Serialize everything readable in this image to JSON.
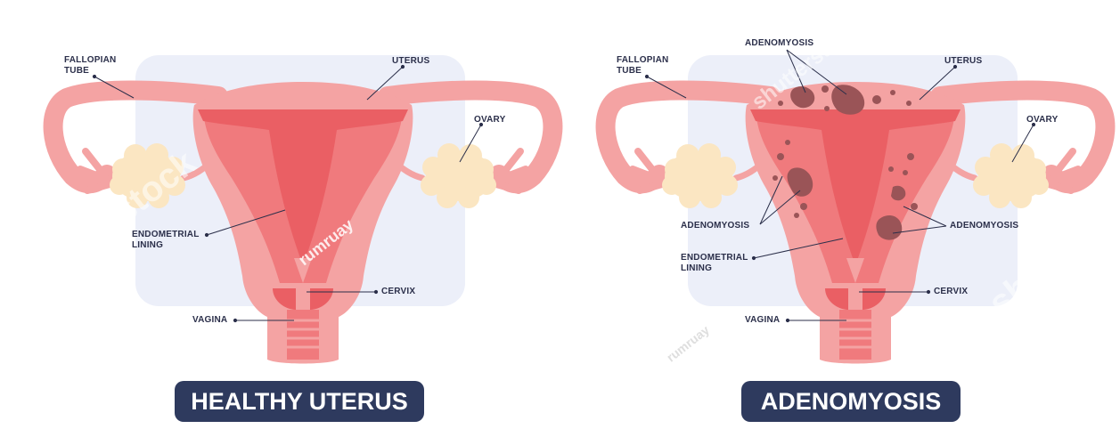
{
  "healthy": {
    "title": "HEALTHY UTERUS",
    "labels": {
      "fallopian_tube": "FALLOPIAN\nTUBE",
      "uterus": "UTERUS",
      "ovary": "OVARY",
      "endometrial_lining": "ENDOMETRIAL\nLINING",
      "cervix": "CERVIX",
      "vagina": "VAGINA"
    }
  },
  "adenomyosis": {
    "title": "ADENOMYOSIS",
    "labels": {
      "adenomyosis_top": "ADENOMYOSIS",
      "fallopian_tube": "FALLOPIAN\nTUBE",
      "uterus": "UTERUS",
      "ovary": "OVARY",
      "adenomyosis_left": "ADENOMYOSIS",
      "adenomyosis_right": "ADENOMYOSIS",
      "endometrial_lining": "ENDOMETRIAL\nLINING",
      "cervix": "CERVIX",
      "vagina": "VAGINA"
    }
  },
  "watermarks": {
    "stock": "shutterstock",
    "contributor": "rumruay"
  },
  "colors": {
    "background_panel": "#eceff9",
    "uterus_outer": "#f4a3a3",
    "uterus_inner": "#f07a7d",
    "uterus_core": "#ea5f64",
    "ovary": "#fbe6c2",
    "lesion": "#9a5457",
    "badge": "#2e3a5e",
    "label_text": "#2b2f4a"
  }
}
